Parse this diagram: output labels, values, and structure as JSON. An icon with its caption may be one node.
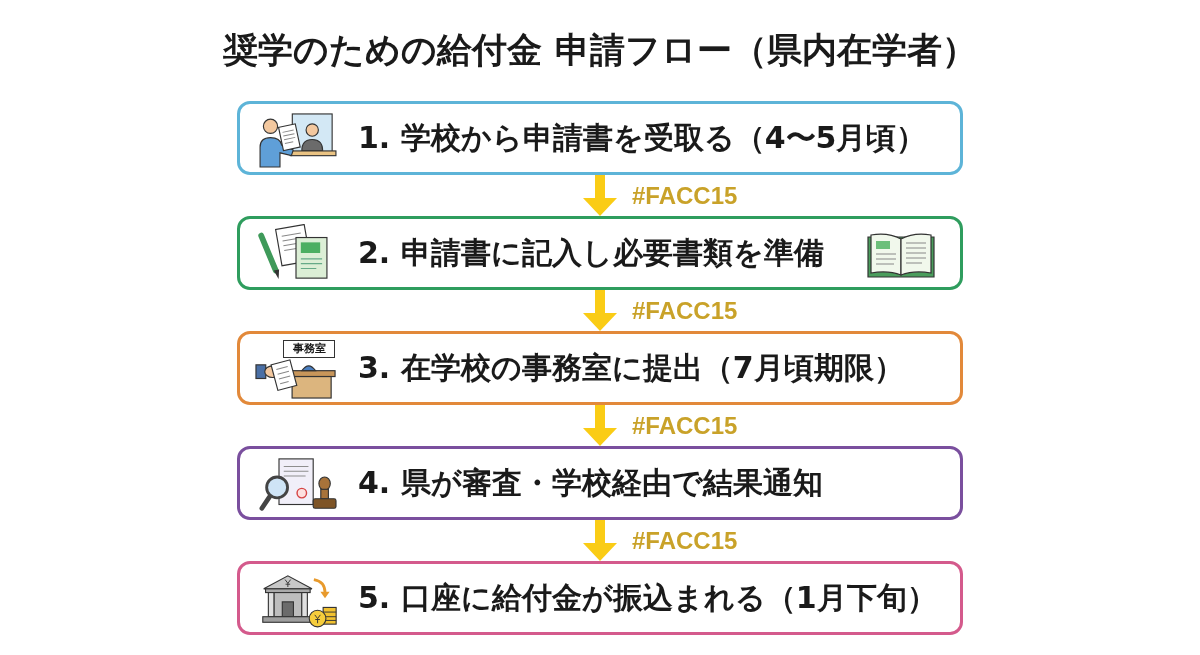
{
  "diagram": {
    "title": "奨学のための給付金 申請フロー（県内在学者）",
    "nodes": [
      {
        "text": [
          "1. 学校から申請書を受取る（4〜5月頃）"
        ]
      },
      {
        "text": [
          "2. 申請書に記入し必要書類を準備"
        ]
      },
      {
        "text": [
          "3. 在学校の事務室に提出（7月頃期限）"
        ]
      },
      {
        "text": [
          "4. 県が審査・学校経由で結果通知"
        ]
      },
      {
        "text": [
          "5. 口座に給付金が振込まれる（1月下旬）"
        ]
      }
    ],
    "edges": [
      {
        "from": 0,
        "to": 1,
        "arrow": "to",
        "label": "#FACC15"
      },
      {
        "from": 1,
        "to": 2,
        "arrow": "to",
        "label": "#FACC15"
      },
      {
        "from": 2,
        "to": 3,
        "arrow": "to",
        "label": "#FACC15"
      },
      {
        "from": 3,
        "to": 4,
        "arrow": "to",
        "label": "#FACC15"
      }
    ],
    "labels": [
      "事務室"
    ]
  }
}
